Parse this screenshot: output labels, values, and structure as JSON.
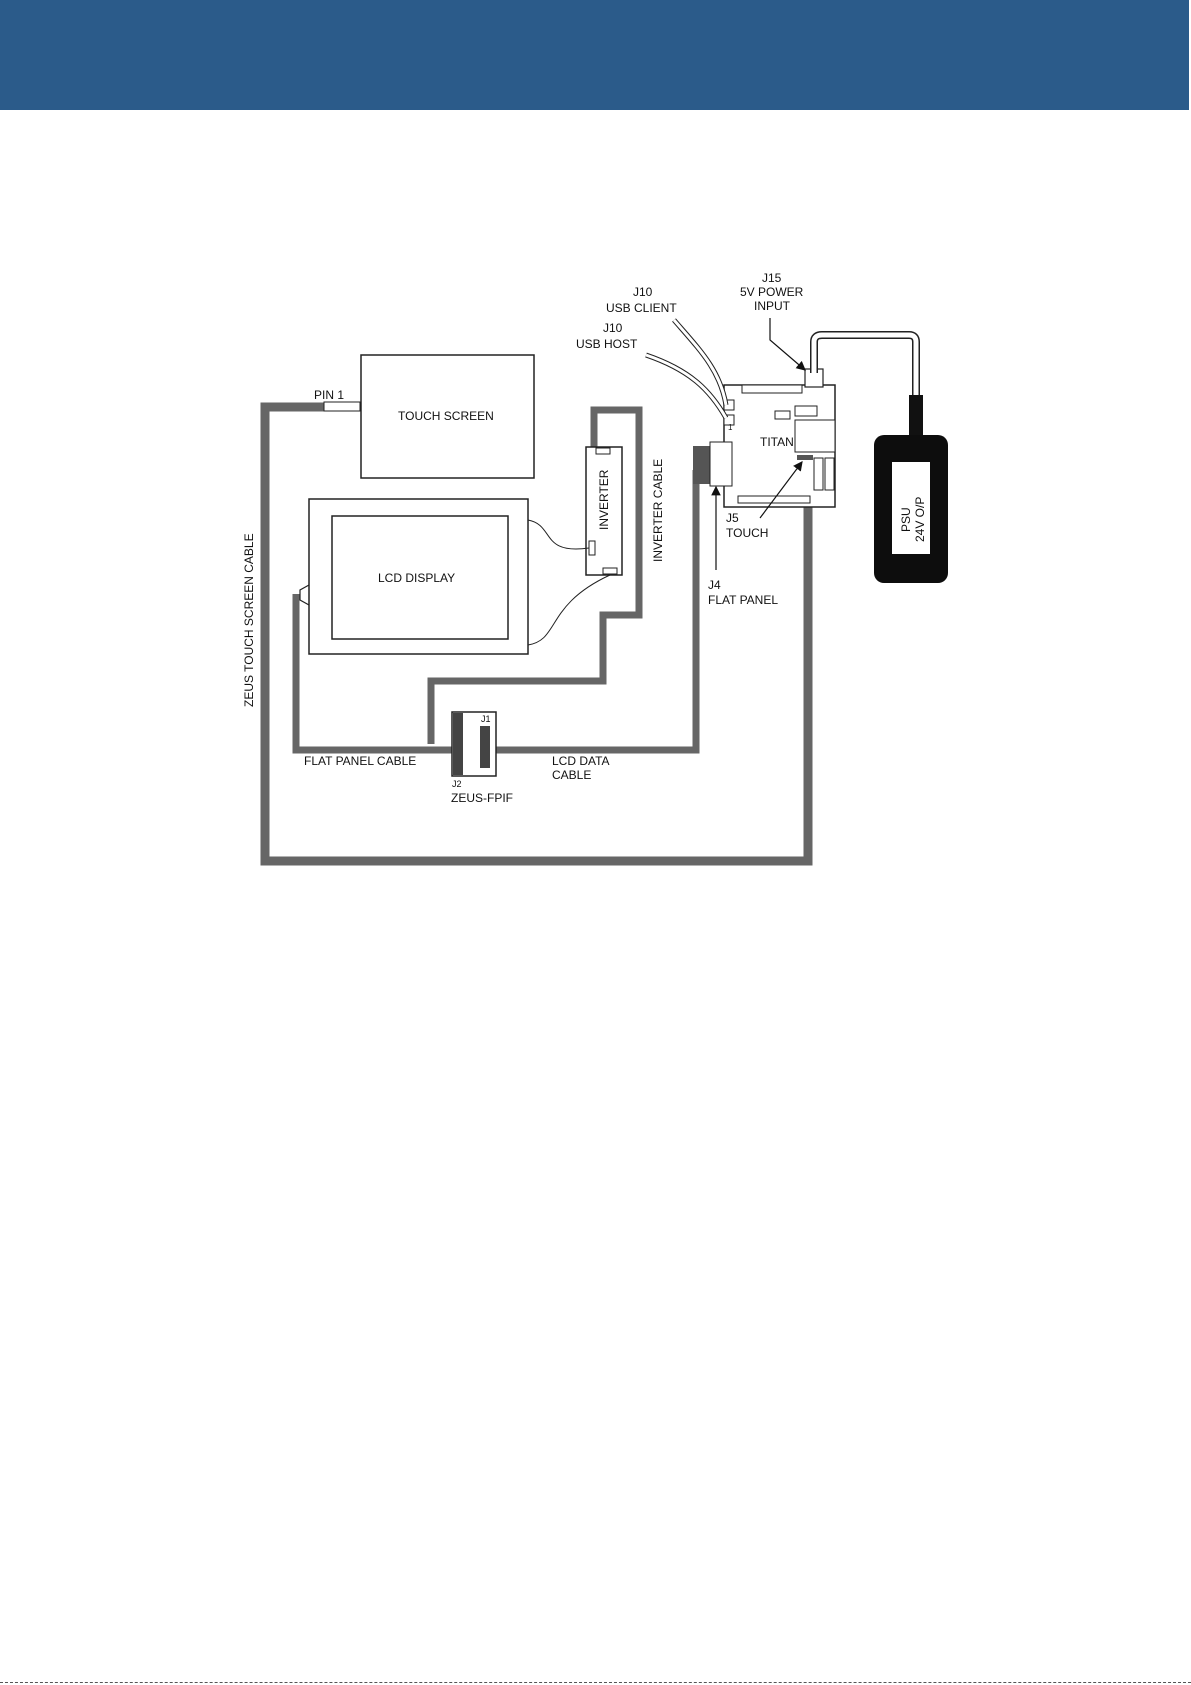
{
  "colors": {
    "header": "#2b5b8a",
    "cable": "#666666",
    "psu_body": "#0d0d0d",
    "outline": "#222222"
  },
  "labels": {
    "touch_screen": "TOUCH SCREEN",
    "lcd_display": "LCD DISPLAY",
    "inverter": "INVERTER",
    "inverter_cable": "INVERTER CABLE",
    "pin1": "PIN 1",
    "zeus_touch_screen_cable": "ZEUS TOUCH SCREEN CABLE",
    "flat_panel_cable": "FLAT PANEL CABLE",
    "j1": "J1",
    "j2": "J2",
    "zeus_fpif": "ZEUS-FPIF",
    "lcd_data_line1": "LCD DATA",
    "lcd_data_line2": "CABLE",
    "titan": "TITAN",
    "j4": "J4",
    "flat_panel": "FLAT PANEL",
    "j5": "J5",
    "touch": "TOUCH",
    "j10_client": "J10",
    "usb_client": "USB CLIENT",
    "j10_host": "J10",
    "usb_host": "USB HOST",
    "j15": "J15",
    "power_5v": "5V POWER",
    "input": "INPUT",
    "psu": "PSU",
    "psu_output": "24V O/P",
    "titan_small_mark": "1"
  }
}
